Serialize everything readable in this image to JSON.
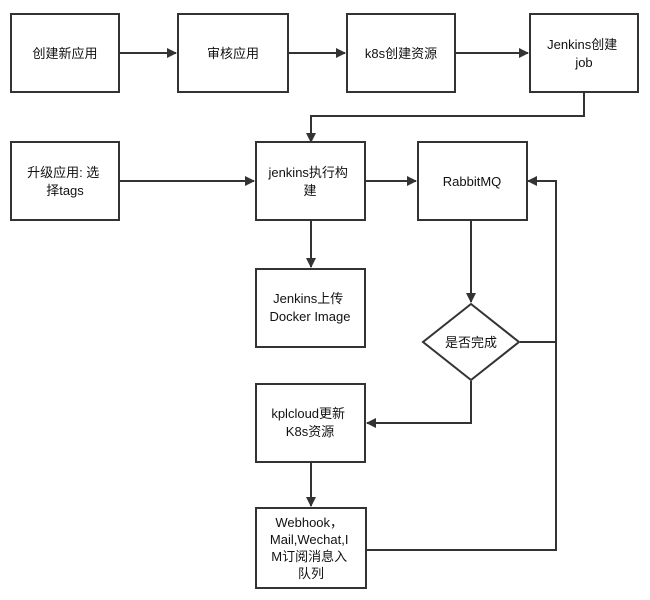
{
  "nodes": {
    "create_app": [
      "创建新应用"
    ],
    "review_app": [
      "审核应用"
    ],
    "k8s_create": [
      "k8s创建资源"
    ],
    "jenkins_create_job": [
      "Jenkins创建",
      "job"
    ],
    "upgrade_app": [
      "升级应用: 选",
      "择tags"
    ],
    "jenkins_build": [
      "jenkins执行构",
      "建"
    ],
    "rabbitmq": [
      "RabbitMQ"
    ],
    "jenkins_upload": [
      "Jenkins上传",
      "Docker Image"
    ],
    "is_done": [
      "是否完成"
    ],
    "kplcloud_update": [
      "kplcloud更新",
      "K8s资源"
    ],
    "notify": [
      "Webhook，",
      "Mail,Wechat,I",
      "M订阅消息入",
      "队列"
    ]
  },
  "style": {
    "stroke": "#333333",
    "fill": "#ffffff",
    "text": "#111111"
  }
}
